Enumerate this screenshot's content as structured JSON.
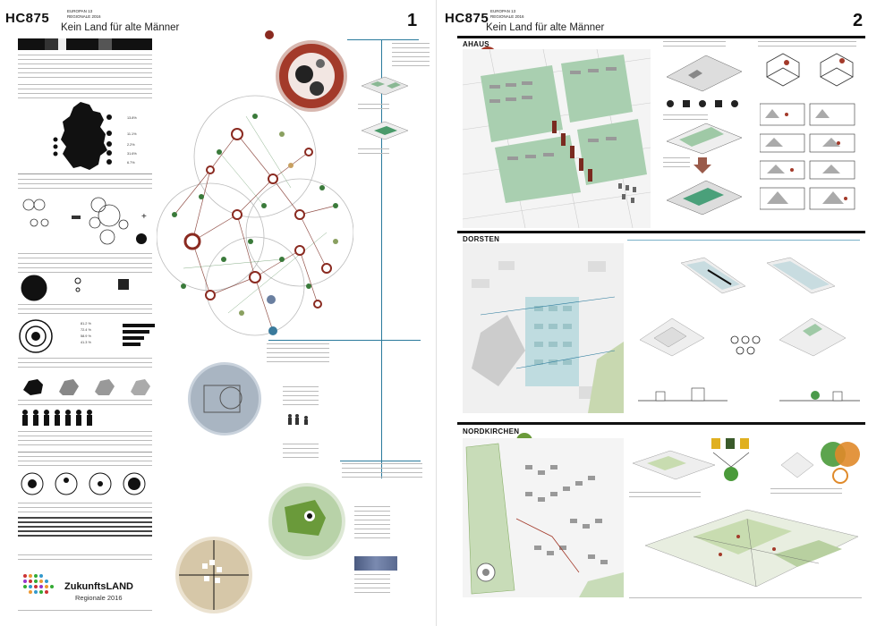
{
  "panel1": {
    "code": "HC875",
    "meta": [
      "EUROPAN 13",
      "REGIONALE 2016"
    ],
    "title": "Kein Land für alte Männer",
    "page_number": "1",
    "stats": [
      {
        "label": "",
        "value": "13.8%"
      },
      {
        "label": "",
        "value": "11.1%"
      },
      {
        "label": "",
        "value": "2.2%"
      },
      {
        "label": "",
        "value": "31.6%"
      },
      {
        "label": "",
        "value": "6.7%"
      }
    ],
    "table_values": [
      "81.2 %",
      "72.4 %",
      "58.9 %",
      "41.3 %"
    ],
    "logo": {
      "brand": "ZukunftsLAND",
      "sub": "Regionale 2016"
    }
  },
  "panel2": {
    "code": "HC875",
    "meta": [
      "EUROPAN 13",
      "REGIONALE 2016"
    ],
    "title": "Kein Land für alte Männer",
    "page_number": "2",
    "sections": [
      {
        "name": "AHAUS"
      },
      {
        "name": "DORSTEN"
      },
      {
        "name": "NORDKIRCHEN"
      }
    ]
  },
  "colors": {
    "accent_red": "#a33a2a",
    "accent_blue": "#2a7a9c",
    "map_green": "#9fc9a6",
    "dark_bar": "#111111"
  }
}
